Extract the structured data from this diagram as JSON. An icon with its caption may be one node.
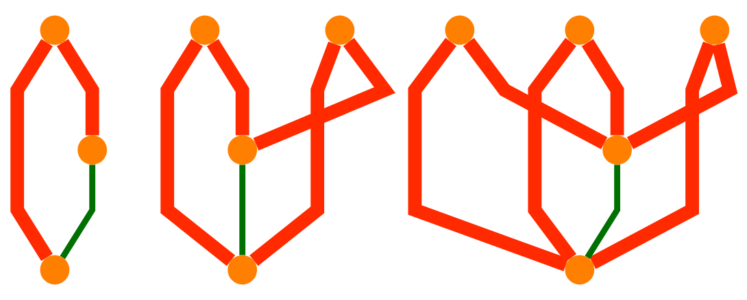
{
  "diagram": {
    "nodes": [
      {
        "text": [],
        "shape": "circle"
      },
      {
        "text": [],
        "shape": "circle"
      },
      {
        "text": [],
        "shape": "circle"
      },
      {
        "text": [],
        "shape": "circle"
      },
      {
        "text": [],
        "shape": "circle"
      },
      {
        "text": [],
        "shape": "circle"
      },
      {
        "text": [],
        "shape": "circle"
      },
      {
        "text": [],
        "shape": "circle"
      },
      {
        "text": [],
        "shape": "circle"
      },
      {
        "text": [],
        "shape": "circle"
      },
      {
        "text": [],
        "shape": "circle"
      },
      {
        "text": [],
        "shape": "circle"
      }
    ],
    "edges": [
      {
        "from": 1,
        "to": 0,
        "arrow": "none"
      },
      {
        "from": 2,
        "to": 0,
        "arrow": "none"
      },
      {
        "from": 1,
        "to": 2,
        "arrow": "none",
        "color": "#007000"
      },
      {
        "from": 5,
        "to": 3,
        "arrow": "none"
      },
      {
        "from": 6,
        "to": 3,
        "arrow": "none"
      },
      {
        "from": 5,
        "to": 4,
        "arrow": "none"
      },
      {
        "from": 6,
        "to": 4,
        "arrow": "none"
      },
      {
        "from": 5,
        "to": 6,
        "arrow": "none",
        "color": "#007000"
      },
      {
        "from": 10,
        "to": 7,
        "arrow": "none"
      },
      {
        "from": 11,
        "to": 7,
        "arrow": "none"
      },
      {
        "from": 10,
        "to": 8,
        "arrow": "none"
      },
      {
        "from": 11,
        "to": 8,
        "arrow": "none"
      },
      {
        "from": 10,
        "to": 9,
        "arrow": "none"
      },
      {
        "from": 11,
        "to": 9,
        "arrow": "none"
      },
      {
        "from": 10,
        "to": 11,
        "arrow": "none",
        "color": "#007000"
      }
    ]
  }
}
